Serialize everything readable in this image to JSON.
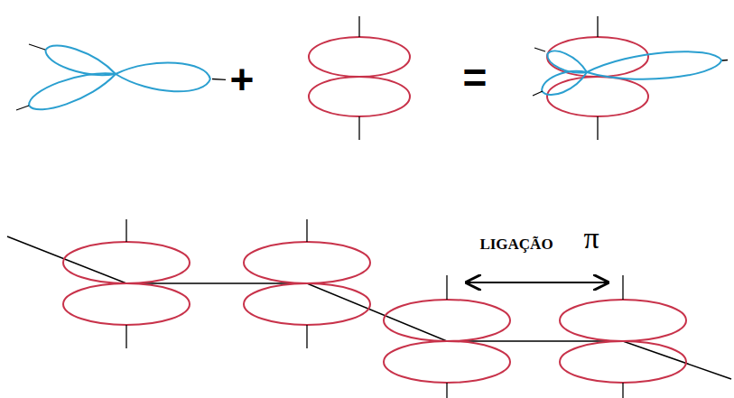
{
  "diagram": {
    "labels": [
      "+",
      "=",
      "LIGAÇÃO",
      "π"
    ]
  }
}
